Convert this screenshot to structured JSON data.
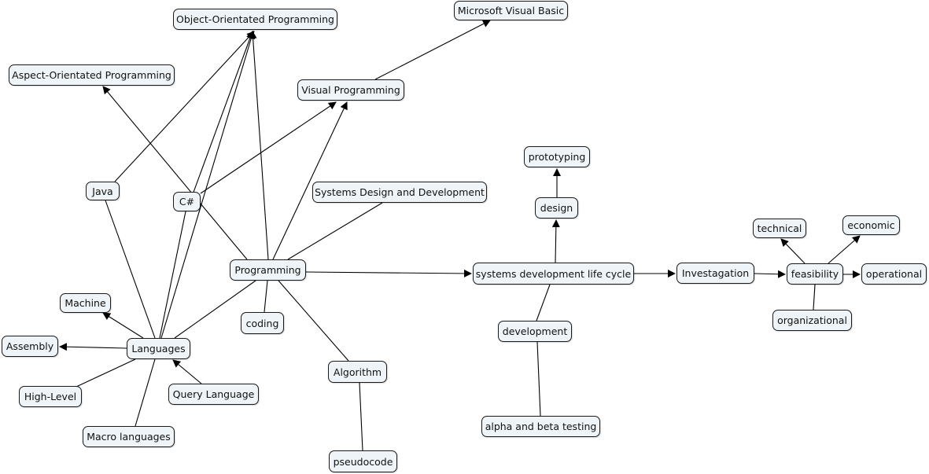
{
  "concept_map": {
    "nodes": [
      {
        "id": "oop",
        "label": "Object-Orientated Programming"
      },
      {
        "id": "mvb",
        "label": "Microsoft Visual Basic"
      },
      {
        "id": "aop",
        "label": "Aspect-Orientated Programming"
      },
      {
        "id": "vp",
        "label": "Visual Programming"
      },
      {
        "id": "java",
        "label": "Java"
      },
      {
        "id": "csharp",
        "label": "C#"
      },
      {
        "id": "sdd",
        "label": "Systems Design and Development"
      },
      {
        "id": "prog",
        "label": "Programming"
      },
      {
        "id": "machine",
        "label": "Machine"
      },
      {
        "id": "assembly",
        "label": "Assembly"
      },
      {
        "id": "lang",
        "label": "Languages"
      },
      {
        "id": "highlevel",
        "label": "High-Level"
      },
      {
        "id": "query",
        "label": "Query Language"
      },
      {
        "id": "macro",
        "label": "Macro languages"
      },
      {
        "id": "coding",
        "label": "coding"
      },
      {
        "id": "algo",
        "label": "Algorithm"
      },
      {
        "id": "pseudo",
        "label": "pseudocode"
      },
      {
        "id": "proto",
        "label": "prototyping"
      },
      {
        "id": "design",
        "label": "design"
      },
      {
        "id": "sdlc",
        "label": "systems development life cycle"
      },
      {
        "id": "dev",
        "label": "development"
      },
      {
        "id": "alpha",
        "label": "alpha and beta testing"
      },
      {
        "id": "invest",
        "label": "Investagation"
      },
      {
        "id": "feas",
        "label": "feasibility"
      },
      {
        "id": "tech",
        "label": "technical"
      },
      {
        "id": "econ",
        "label": "economic"
      },
      {
        "id": "oper",
        "label": "operational"
      },
      {
        "id": "org",
        "label": "organizational"
      }
    ],
    "edges": [
      {
        "from": "java",
        "to": "oop",
        "arrow": true
      },
      {
        "from": "lang",
        "to": "oop",
        "arrow": true
      },
      {
        "from": "csharp",
        "to": "oop",
        "arrow": true
      },
      {
        "from": "prog",
        "to": "oop",
        "arrow": true
      },
      {
        "from": "vp",
        "to": "mvb",
        "arrow": true
      },
      {
        "from": "prog",
        "to": "aop",
        "arrow": true
      },
      {
        "from": "csharp",
        "to": "vp",
        "arrow": true
      },
      {
        "from": "prog",
        "to": "vp",
        "arrow": true
      },
      {
        "from": "prog",
        "to": "sdd",
        "arrow": false
      },
      {
        "from": "lang",
        "to": "java",
        "arrow": false
      },
      {
        "from": "lang",
        "to": "csharp",
        "arrow": false
      },
      {
        "from": "lang",
        "to": "prog",
        "arrow": false
      },
      {
        "from": "lang",
        "to": "machine",
        "arrow": true
      },
      {
        "from": "lang",
        "to": "assembly",
        "arrow": true
      },
      {
        "from": "lang",
        "to": "highlevel",
        "arrow": false
      },
      {
        "from": "lang",
        "to": "macro",
        "arrow": false
      },
      {
        "from": "query",
        "to": "lang",
        "arrow": true
      },
      {
        "from": "prog",
        "to": "coding",
        "arrow": false
      },
      {
        "from": "prog",
        "to": "algo",
        "arrow": false
      },
      {
        "from": "algo",
        "to": "pseudo",
        "arrow": false
      },
      {
        "from": "prog",
        "to": "sdlc",
        "arrow": true
      },
      {
        "from": "sdlc",
        "to": "design",
        "arrow": true
      },
      {
        "from": "design",
        "to": "proto",
        "arrow": true
      },
      {
        "from": "sdlc",
        "to": "dev",
        "arrow": false
      },
      {
        "from": "dev",
        "to": "alpha",
        "arrow": false
      },
      {
        "from": "sdlc",
        "to": "invest",
        "arrow": true
      },
      {
        "from": "invest",
        "to": "feas",
        "arrow": true
      },
      {
        "from": "feas",
        "to": "tech",
        "arrow": true
      },
      {
        "from": "feas",
        "to": "econ",
        "arrow": true
      },
      {
        "from": "feas",
        "to": "oper",
        "arrow": true
      },
      {
        "from": "feas",
        "to": "org",
        "arrow": false
      }
    ]
  }
}
